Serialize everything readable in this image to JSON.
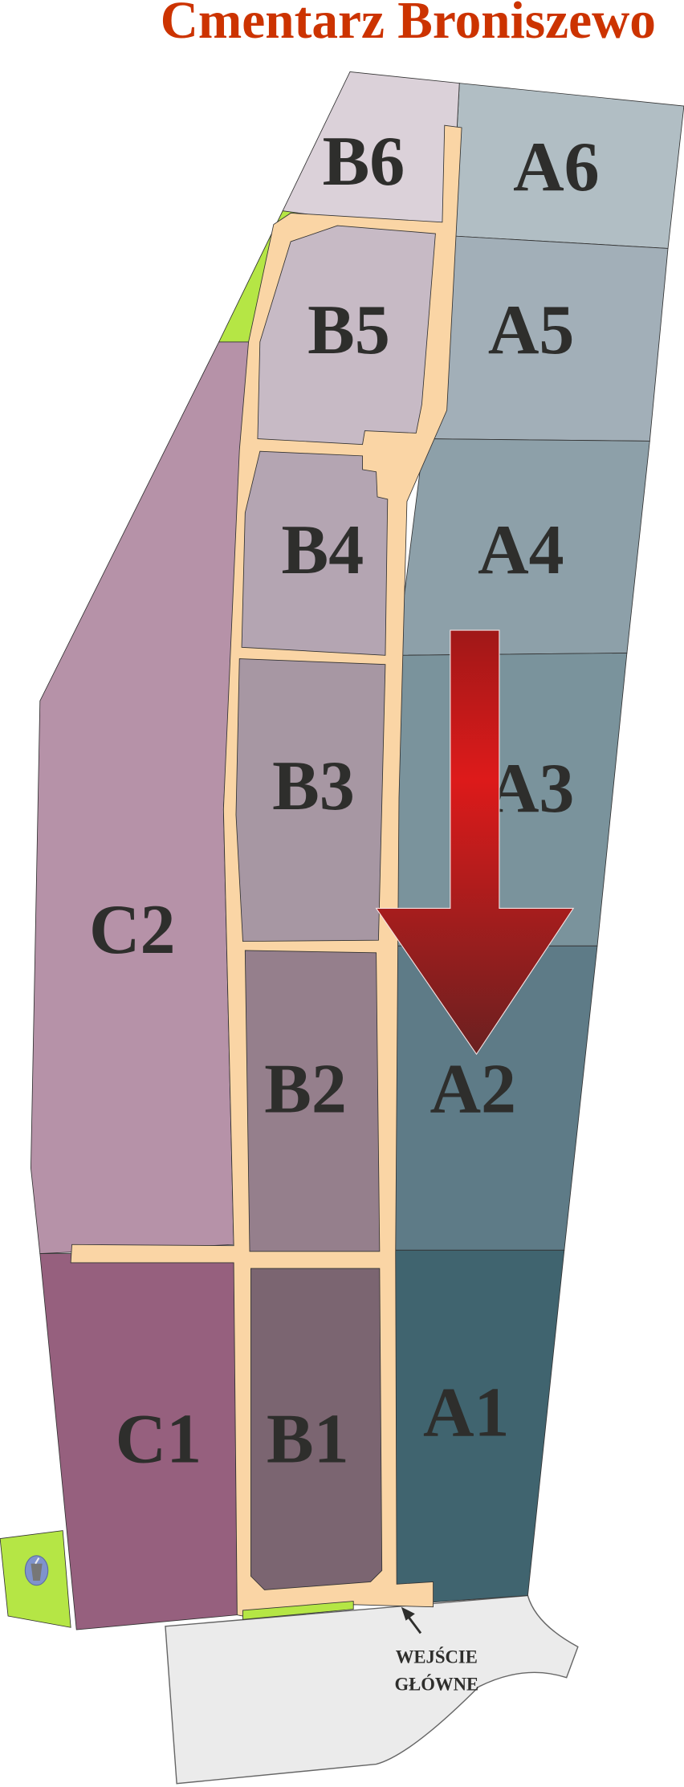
{
  "title": "Cmentarz Broniszewo",
  "sections": {
    "A1": "A1",
    "A2": "A2",
    "A3": "A3",
    "A4": "A4",
    "A5": "A5",
    "A6": "A6",
    "B1": "B1",
    "B2": "B2",
    "B3": "B3",
    "B4": "B4",
    "B5": "B5",
    "B6": "B6",
    "C1": "C1",
    "C2": "C2"
  },
  "entrance": {
    "line1": "WEJŚCIE",
    "line2": "GŁÓWNE"
  },
  "colors": {
    "title": "#cc3300",
    "road": "#fad5a5",
    "green": "#b5e645",
    "entrance_area": "#ebebeb",
    "A1": "#40646f",
    "A2": "#5e7b87",
    "A3": "#7a939c",
    "A4": "#8da0a9",
    "A5": "#a2afb8",
    "A6": "#b1bec4",
    "B1": "#7b6571",
    "B2": "#957f8c",
    "B3": "#a797a3",
    "B4": "#b4a5b2",
    "B5": "#c7bac5",
    "B6": "#dbd1d9",
    "C1": "#96607e",
    "C2": "#b692a8"
  },
  "icons": {
    "direction": "red-arrow-down",
    "waste": "trash-bin-icon"
  }
}
